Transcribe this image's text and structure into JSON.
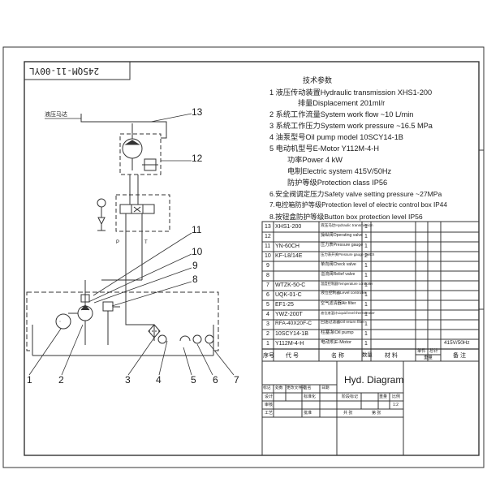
{
  "drawing_code": "245QM-11-00YL",
  "left_label": "液压马达",
  "tech_title": "技术参数",
  "tech_lines": [
    "1 液压传动装置Hydraulic transmission  XHS1-200",
    "排量Displacement          201ml/r",
    "2 系统工作流量System work flow        ~10  L/min",
    "3 系统工作压力System work pressure  ~16.5  MPa",
    "4 油泵型号Oil pump model            10SCY14-1B",
    "5 电动机型号E-Motor              Y112M-4-H",
    "功率Power          4  kW",
    "电制Electric system      415V/50Hz",
    "防护等级Protection class   IP56",
    "6.安全阀调定压力Safety valve setting pressure ~27MPa",
    "7.电控箱防护等级Protection level of electric control box  IP44",
    "8.按钮盒防护等级Button box protection level    IP56"
  ],
  "bom_rows": [
    {
      "no": "13",
      "code": "XHS1-200",
      "name": "液压马达Hydraulic transmission",
      "qty": "1",
      "mat": "",
      "note": ""
    },
    {
      "no": "12",
      "code": "",
      "name": "操纵阀Operating valve",
      "qty": "1",
      "mat": "",
      "note": ""
    },
    {
      "no": "11",
      "code": "YN-60CH",
      "name": "压力表Pressure gauge",
      "qty": "1",
      "mat": "",
      "note": ""
    },
    {
      "no": "10",
      "code": "KF-L8/14E",
      "name": "压力表开关Pressure gauge switch",
      "qty": "2",
      "mat": "",
      "note": ""
    },
    {
      "no": "9",
      "code": "",
      "name": "单向阀Check valve",
      "qty": "1",
      "mat": "",
      "note": ""
    },
    {
      "no": "8",
      "code": "",
      "name": "溢流阀Relief valve",
      "qty": "1",
      "mat": "",
      "note": ""
    },
    {
      "no": "7",
      "code": "WTZK-50-C",
      "name": "温度控制器Temperature controller",
      "qty": "1",
      "mat": "",
      "note": ""
    },
    {
      "no": "6",
      "code": "UQK-01-C",
      "name": "液位控制器Level controller",
      "qty": "1",
      "mat": "",
      "note": ""
    },
    {
      "no": "5",
      "code": "EF1-25",
      "name": "空气滤清器Air filter",
      "qty": "1",
      "mat": "",
      "note": ""
    },
    {
      "no": "4",
      "code": "YWZ-200T",
      "name": "液位液温计Liquid level thermometer",
      "qty": "1",
      "mat": "",
      "note": ""
    },
    {
      "no": "3",
      "code": "RFA-40X20F-C",
      "name": "回油过滤器Oil return filter",
      "qty": "1",
      "mat": "",
      "note": ""
    },
    {
      "no": "2",
      "code": "10SCY14-1B",
      "name": "柱塞泵Oil pump",
      "qty": "1",
      "mat": "",
      "note": ""
    },
    {
      "no": "1",
      "code": "Y112M-4-H",
      "name": "电动机E-Motor",
      "qty": "1",
      "mat": "",
      "note": "415V/50Hz"
    }
  ],
  "bom_header": {
    "no": "序号",
    "code": "代  号",
    "name": "名  称",
    "qty": "数量",
    "mat": "材  料",
    "w1": "单件",
    "w2": "总计",
    "wt": "重量",
    "note": "备  注"
  },
  "title_block": {
    "title": "Hyd. Diagram",
    "scale_label": "比例",
    "weight_label": "重量",
    "stage_label": "阶段标记",
    "scale_value": "1:2",
    "sheet_total": "共  张",
    "sheet_no": "第  张",
    "row_labels": [
      "标记",
      "处数",
      "更改文件号",
      "签名",
      "日期"
    ],
    "roles": [
      "设计",
      "标准化",
      "审核",
      "工艺",
      "批准"
    ]
  },
  "callouts": [
    "1",
    "2",
    "3",
    "4",
    "5",
    "6",
    "7",
    "8",
    "9",
    "10",
    "11",
    "12",
    "13"
  ],
  "pipe_labels": {
    "p": "P",
    "t": "T"
  }
}
